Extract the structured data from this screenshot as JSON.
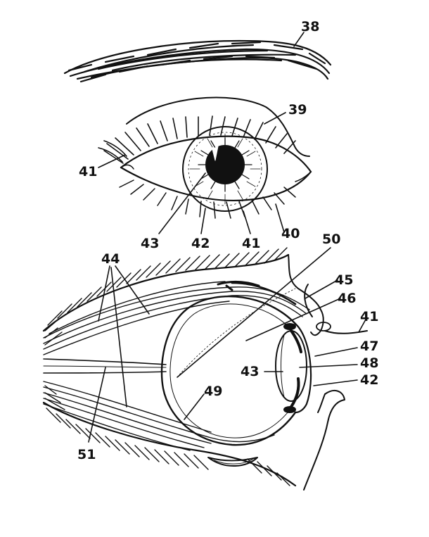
{
  "labels": {
    "l38": "38",
    "l39": "39",
    "l41a": "41",
    "l43a": "43",
    "l42a": "42",
    "l41b": "41",
    "l40": "40",
    "l50": "50",
    "l44": "44",
    "l45": "45",
    "l46": "46",
    "l41c": "41",
    "l47": "47",
    "l43b": "43",
    "l48": "48",
    "l42b": "42",
    "l49": "49",
    "l51": "51"
  },
  "colors": {
    "ink": "#111111",
    "paper": "#ffffff"
  }
}
